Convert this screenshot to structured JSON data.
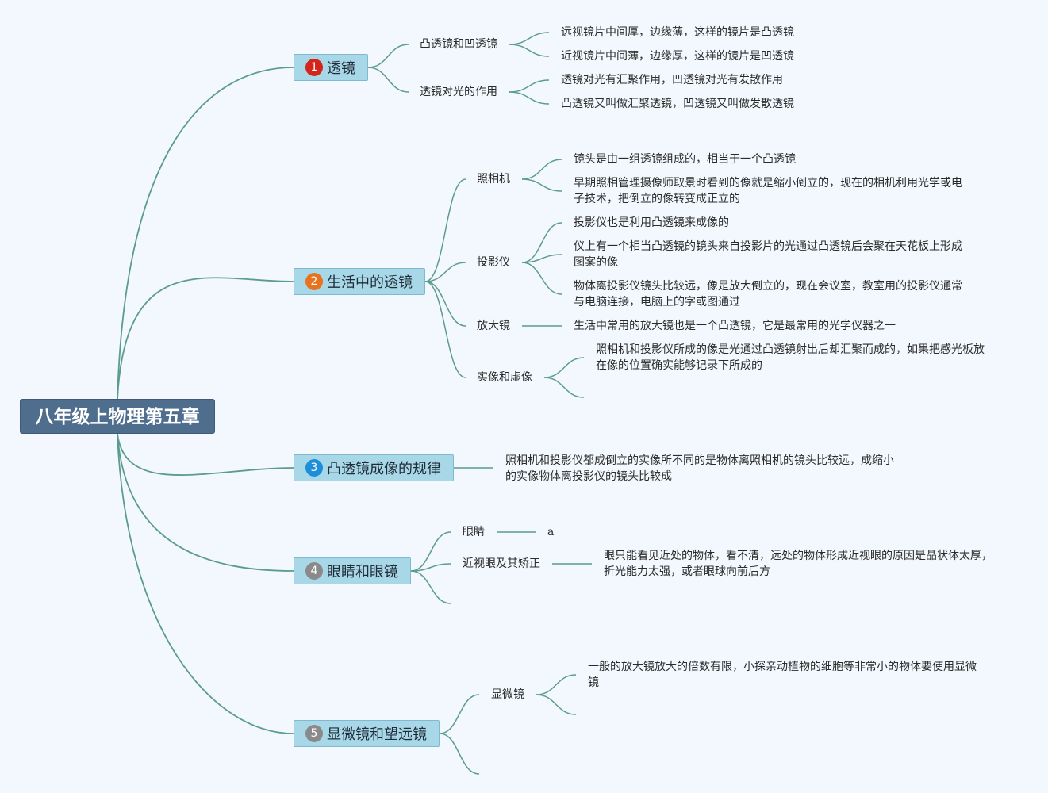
{
  "root": {
    "label": "八年级上物理第五章"
  },
  "colors": {
    "line": "#5b9c8c",
    "root_bg": "#4f6d8c",
    "branch_bg": "#a8d8e8",
    "badges": [
      "#d4251c",
      "#e8731e",
      "#1d8fd8",
      "#8a8a8a",
      "#8a8a8a"
    ]
  },
  "branches": [
    {
      "num": "1",
      "label": "透镜",
      "subs": [
        {
          "label": "凸透镜和凹透镜",
          "leaves": [
            "远视镜片中间厚，边缘薄，这样的镜片是凸透镜",
            "近视镜片中间薄，边缘厚，这样的镜片是凹透镜"
          ]
        },
        {
          "label": "透镜对光的作用",
          "leaves": [
            "透镜对光有汇聚作用，凹透镜对光有发散作用",
            "凸透镜又叫做汇聚透镜，凹透镜又叫做发散透镜"
          ]
        }
      ]
    },
    {
      "num": "2",
      "label": "生活中的透镜",
      "subs": [
        {
          "label": "照相机",
          "leaves": [
            "镜头是由一组透镜组成的，相当于一个凸透镜",
            "早期照相管理摄像师取景时看到的像就是缩小倒立的，现在的相机利用光学或电子技术，把倒立的像转变成正立的"
          ]
        },
        {
          "label": "投影仪",
          "leaves": [
            "投影仪也是利用凸透镜来成像的",
            "仪上有一个相当凸透镜的镜头来自投影片的光通过凸透镜后会聚在天花板上形成图案的像",
            "物体离投影仪镜头比较远，像是放大倒立的，现在会议室，教室用的投影仪通常与电脑连接，电脑上的字或图通过"
          ]
        },
        {
          "label": "放大镜",
          "leaves": [
            "生活中常用的放大镜也是一个凸透镜，它是最常用的光学仪器之一"
          ]
        },
        {
          "label": "实像和虚像",
          "leaves": [
            "照相机和投影仪所成的像是光通过凸透镜射出后却汇聚而成的，如果把感光板放在像的位置确实能够记录下所成的"
          ]
        }
      ]
    },
    {
      "num": "3",
      "label": "凸透镜成像的规律",
      "leaves": [
        "照相机和投影仪都成倒立的实像所不同的是物体离照相机的镜头比较远，成缩小的实像物体离投影仪的镜头比较成"
      ]
    },
    {
      "num": "4",
      "label": "眼睛和眼镜",
      "subs": [
        {
          "label": "眼睛",
          "leaves": [
            "a"
          ]
        },
        {
          "label": "近视眼及其矫正",
          "leaves": [
            "眼只能看见近处的物体，看不清，远处的物体形成近视眼的原因是晶状体太厚，折光能力太强，或者眼球向前后方"
          ]
        }
      ]
    },
    {
      "num": "5",
      "label": "显微镜和望远镜",
      "subs": [
        {
          "label": "显微镜",
          "leaves": [
            "一般的放大镜放大的倍数有限，小探亲动植物的细胞等非常小的物体要使用显微镜"
          ]
        }
      ]
    }
  ]
}
